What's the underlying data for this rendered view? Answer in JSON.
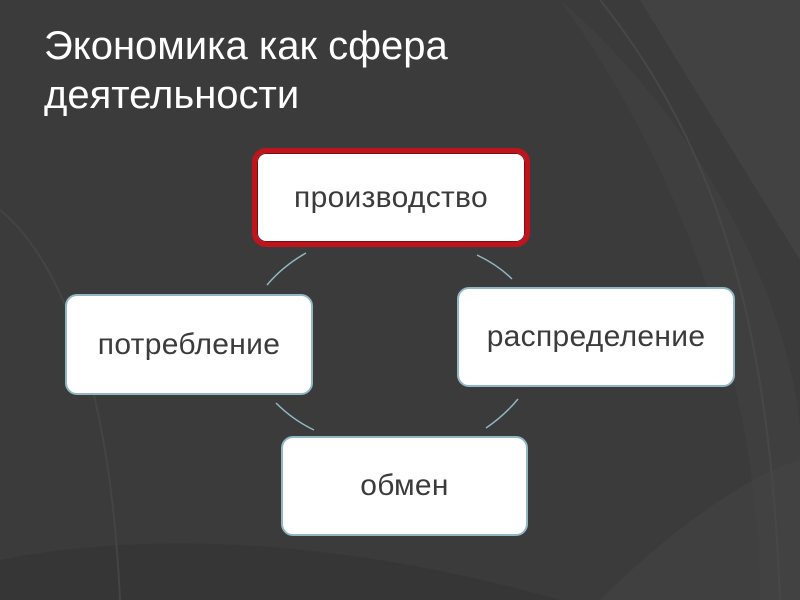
{
  "slide": {
    "title_line1": "Экономика как сфера",
    "title_line2": "деятельности"
  },
  "cycle": {
    "nodes": [
      {
        "id": "top",
        "label": "производство",
        "highlighted": true
      },
      {
        "id": "right",
        "label": "распределение",
        "highlighted": false
      },
      {
        "id": "bottom",
        "label": "обмен",
        "highlighted": false
      },
      {
        "id": "left",
        "label": "потребление",
        "highlighted": false
      }
    ]
  },
  "colors": {
    "background": "#3b3b3b",
    "title_text": "#ffffff",
    "box_fill": "#ffffff",
    "box_border": "#8fb8c4",
    "highlight_border": "#c0141c",
    "connector": "#8fb8c4",
    "box_text": "#3b3b3b"
  }
}
